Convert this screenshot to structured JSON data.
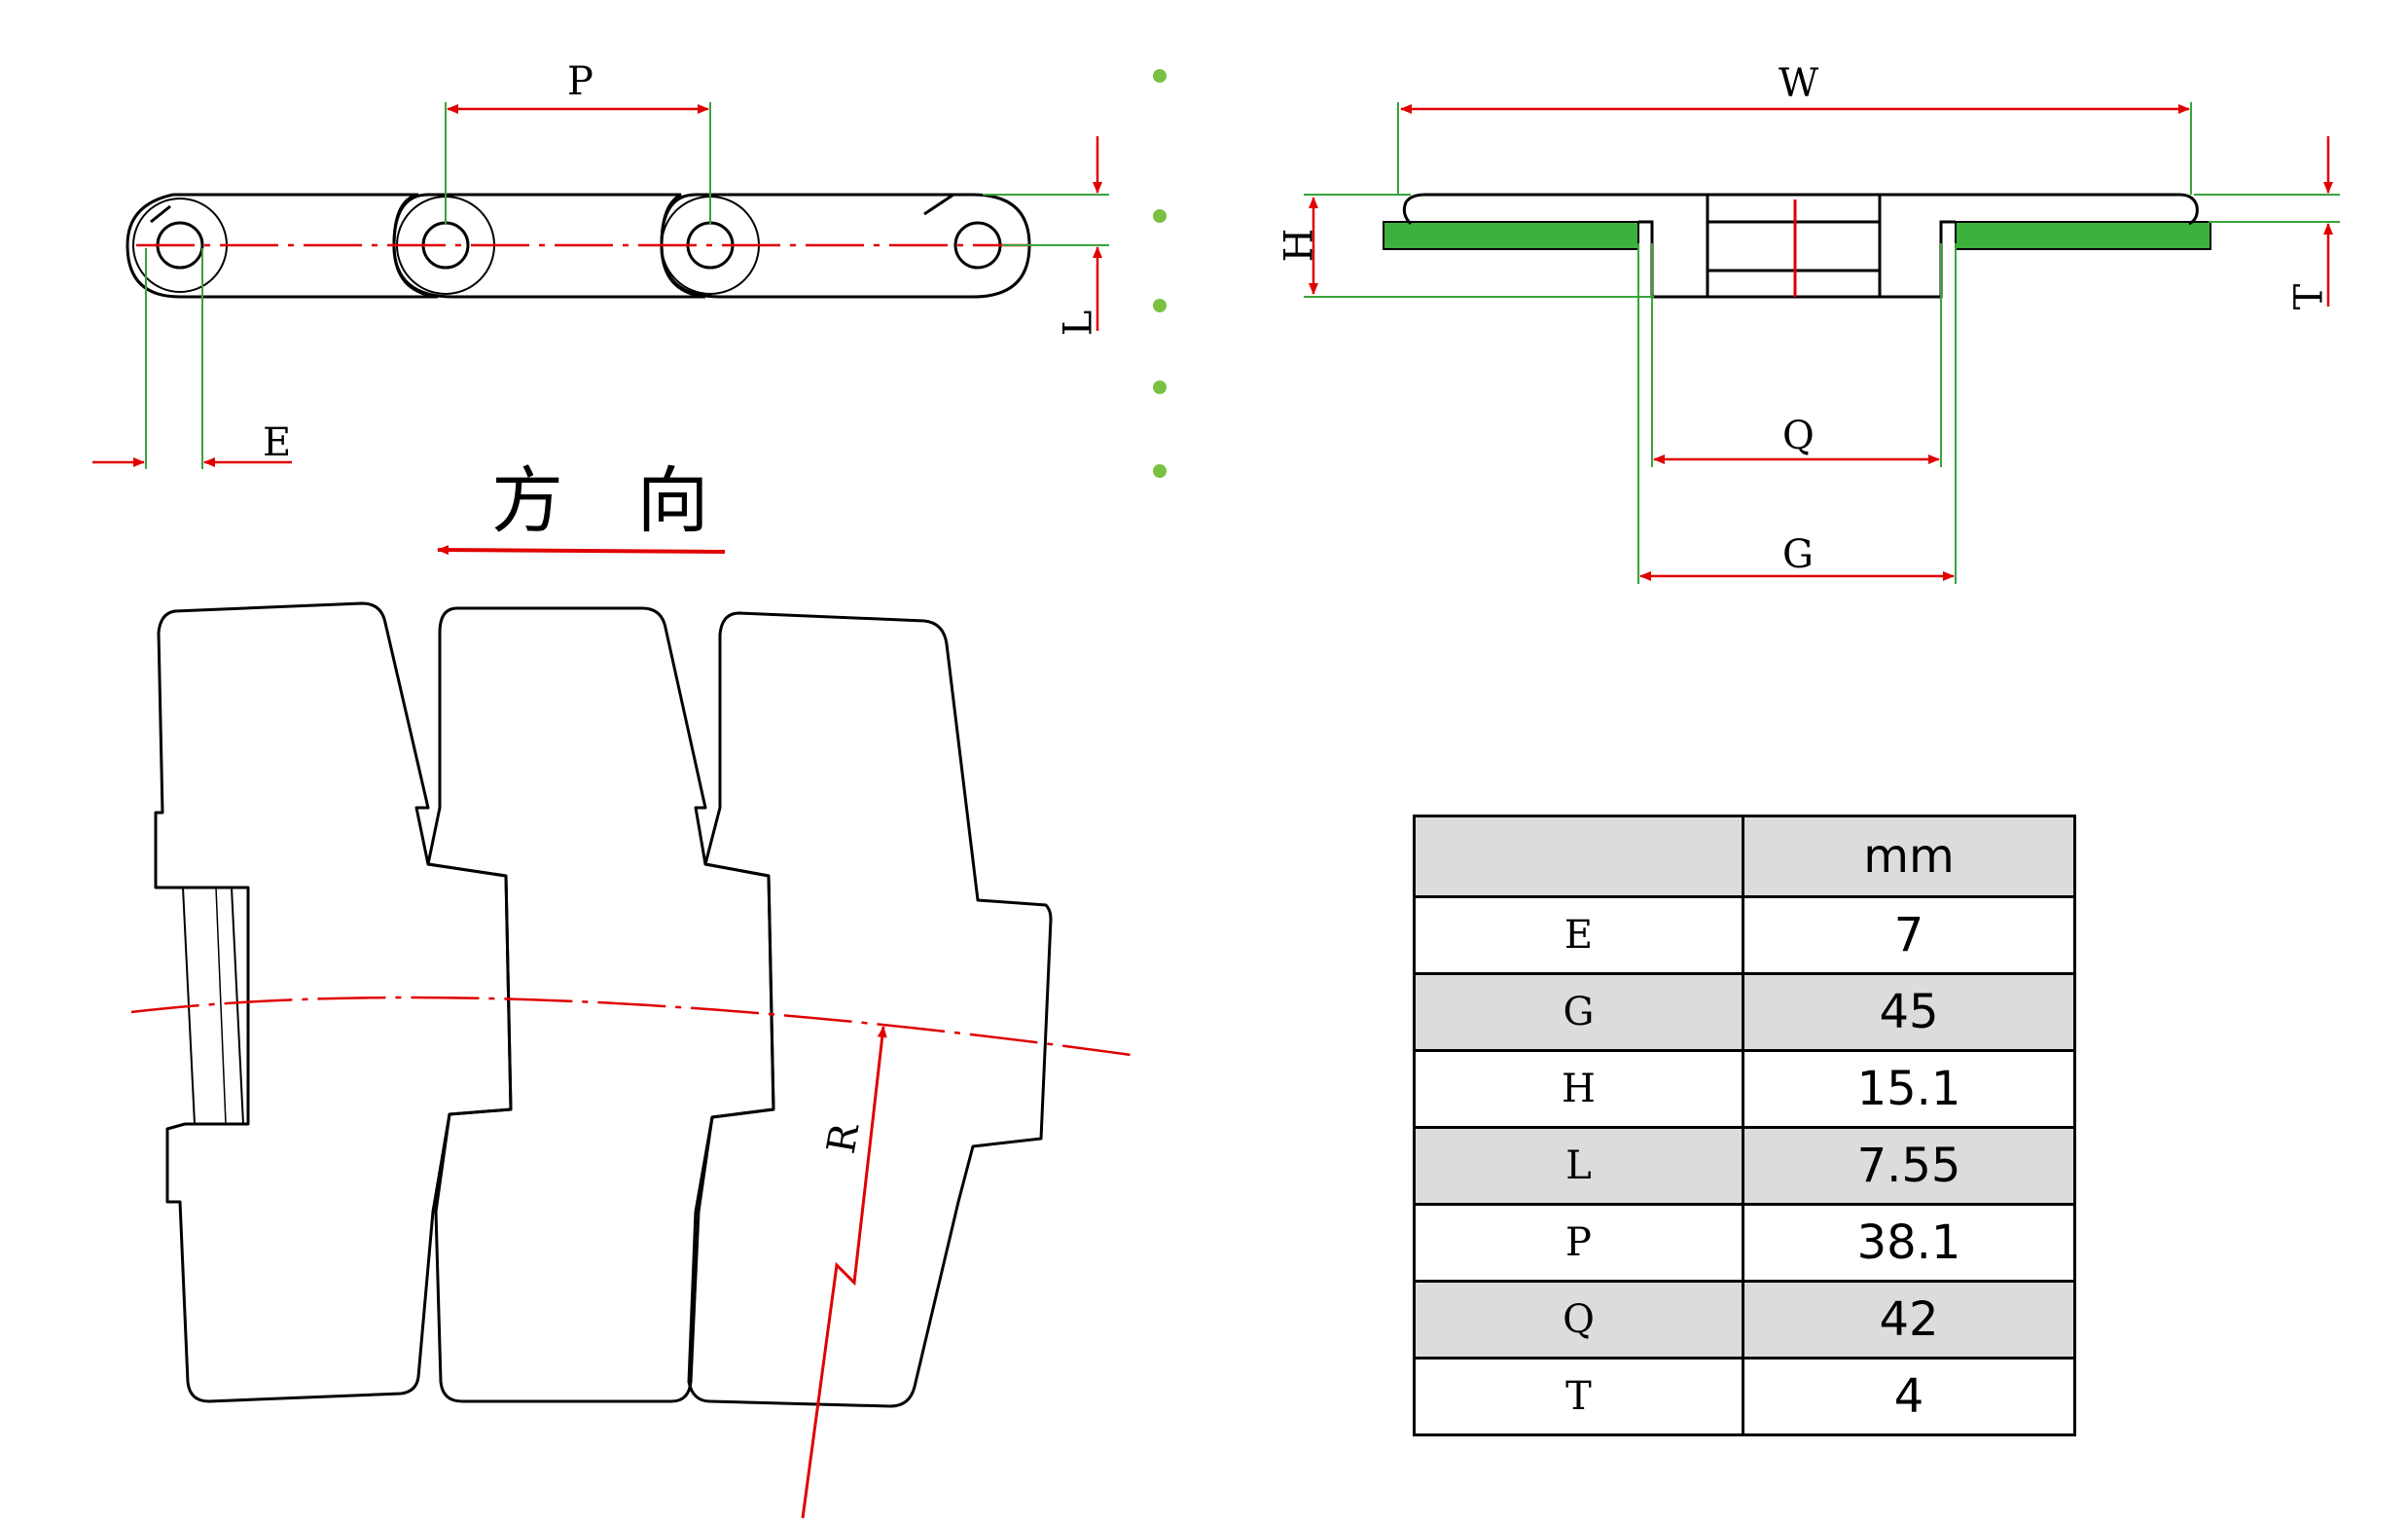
{
  "direction_text": "方 向",
  "dimension_labels": {
    "P": "P",
    "L": "L",
    "E": "E",
    "W": "W",
    "H": "H",
    "T": "T",
    "Q": "Q",
    "G": "G",
    "R": "R"
  },
  "spec_table": {
    "header": [
      "",
      "mm"
    ],
    "rows": [
      {
        "param": "E",
        "value": "7"
      },
      {
        "param": "G",
        "value": "45"
      },
      {
        "param": "H",
        "value": "15.1"
      },
      {
        "param": "L",
        "value": "7.55"
      },
      {
        "param": "P",
        "value": "38.1"
      },
      {
        "param": "Q",
        "value": "42"
      },
      {
        "param": "T",
        "value": "4"
      }
    ]
  },
  "colors": {
    "outline": "#000000",
    "dimension": "#e00000",
    "extension": "#3aa33a",
    "wear_strip": "#3cb13c",
    "dot": "#7ac143",
    "table_shade": "#dcdcdc"
  }
}
